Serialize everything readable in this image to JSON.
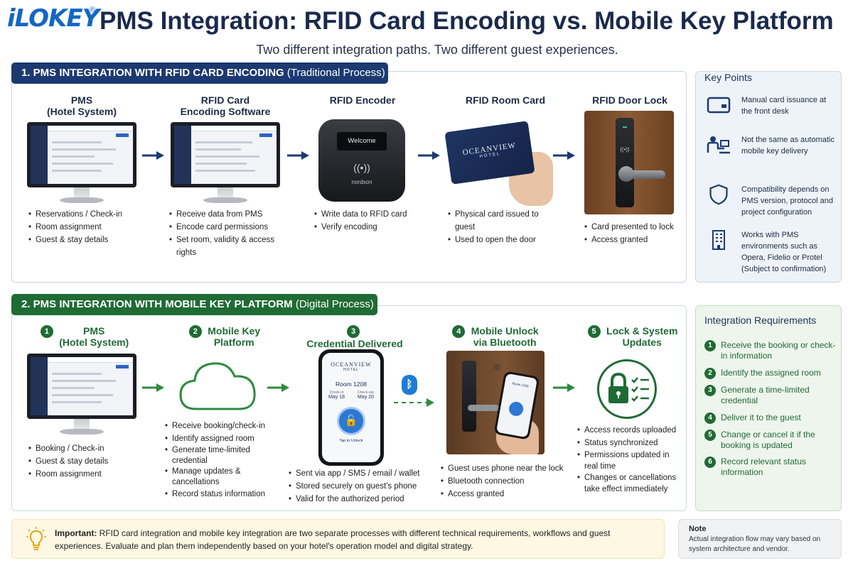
{
  "header": {
    "logo_text": "iLOKEY",
    "logo_reg": "®",
    "title": "PMS Integration: RFID Card Encoding vs. Mobile Key Platform",
    "subtitle": "Two different integration paths. Two different guest experiences."
  },
  "section1": {
    "title": "1. PMS INTEGRATION WITH RFID CARD ENCODING",
    "title_suffix": "(Traditional Process)",
    "steps": [
      {
        "title": "PMS\n(Hotel System)",
        "bullets": [
          "Reservations / Check-in",
          "Room assignment",
          "Guest & stay details"
        ]
      },
      {
        "title": "RFID Card\nEncoding Software",
        "bullets": [
          "Receive data from PMS",
          "Encode card permissions",
          "Set room, validity & access rights"
        ]
      },
      {
        "title": "RFID Encoder",
        "bullets": [
          "Write data to RFID card",
          "Verify encoding"
        ],
        "device_screen": "Welcome",
        "device_brand": "nordson"
      },
      {
        "title": "RFID Room Card",
        "bullets": [
          "Physical card issued to guest",
          "Used to open the door"
        ],
        "card_brand": "OCEANVIEW",
        "card_sub": "HOTEL"
      },
      {
        "title": "RFID Door Lock",
        "bullets": [
          "Card presented to lock",
          "Access granted"
        ]
      }
    ]
  },
  "section2": {
    "title": "2. PMS INTEGRATION WITH MOBILE KEY PLATFORM",
    "title_suffix": "(Digital Process)",
    "steps": [
      {
        "num": "1",
        "title": "PMS\n(Hotel System)",
        "bullets": [
          "Booking / Check-in",
          "Guest & stay details",
          "Room assignment"
        ]
      },
      {
        "num": "2",
        "title": "Mobile Key\nPlatform",
        "bullets": [
          "Receive booking/check-in",
          "Identify assigned room",
          "Generate time-limited credential",
          "Manage updates & cancellations",
          "Record status information"
        ]
      },
      {
        "num": "3",
        "title": "Credential Delivered\nto Guest",
        "bullets": [
          "Sent via app / SMS / email / wallet",
          "Stored securely on guest's phone",
          "Valid for the authorized period"
        ]
      },
      {
        "num": "4",
        "title": "Mobile Unlock\nvia Bluetooth",
        "bullets": [
          "Guest uses phone near the lock",
          "Bluetooth connection",
          "Access granted"
        ]
      },
      {
        "num": "5",
        "title": "Lock & System\nUpdates",
        "bullets": [
          "Access records uploaded",
          "Status synchronized",
          "Permissions updated in real time",
          "Changes or cancellations take effect immediately"
        ]
      }
    ],
    "phone": {
      "brand": "OCEANVIEW",
      "hotel": "HOTEL",
      "room": "Room 1208",
      "checkin_label": "Check-in",
      "checkin_date": "May 18",
      "checkout_label": "Check-out",
      "checkout_date": "May 20",
      "tap": "Tap to Unlock"
    },
    "mu_room": "Room 1208"
  },
  "key_points": {
    "title": "Key Points",
    "items": [
      {
        "icon": "card-icon",
        "text": "Manual card issuance at the front desk"
      },
      {
        "icon": "person-desk-icon",
        "text": "Not the same as automatic mobile key delivery"
      },
      {
        "icon": "shield-icon",
        "text": "Compatibility depends on PMS version, protocol and project configuration"
      },
      {
        "icon": "building-icon",
        "text": "Works with PMS environments such as Opera, Fidelio or Protel (Subject to confirmation)"
      }
    ]
  },
  "integration_requirements": {
    "title": "Integration Requirements",
    "items": [
      {
        "num": "1",
        "text": "Receive the booking or check-in information"
      },
      {
        "num": "2",
        "text": "Identify the assigned room"
      },
      {
        "num": "3",
        "text": "Generate a time-limited credential"
      },
      {
        "num": "4",
        "text": "Deliver it to the guest"
      },
      {
        "num": "5",
        "text": "Change or cancel it if the booking is updated"
      },
      {
        "num": "6",
        "text": "Record relevant status information"
      }
    ]
  },
  "important": {
    "label": "Important:",
    "text": "RFID card integration and mobile key integration are two separate processes with different technical requirements, workflows and guest experiences. Evaluate and plan them independently based on your hotel's operation model and digital strategy."
  },
  "note": {
    "title": "Note",
    "text": "Actual integration flow may vary based on system architecture and vendor."
  },
  "colors": {
    "navy": "#1c3a71",
    "green": "#1f6b34",
    "brand_blue": "#1467c4"
  }
}
